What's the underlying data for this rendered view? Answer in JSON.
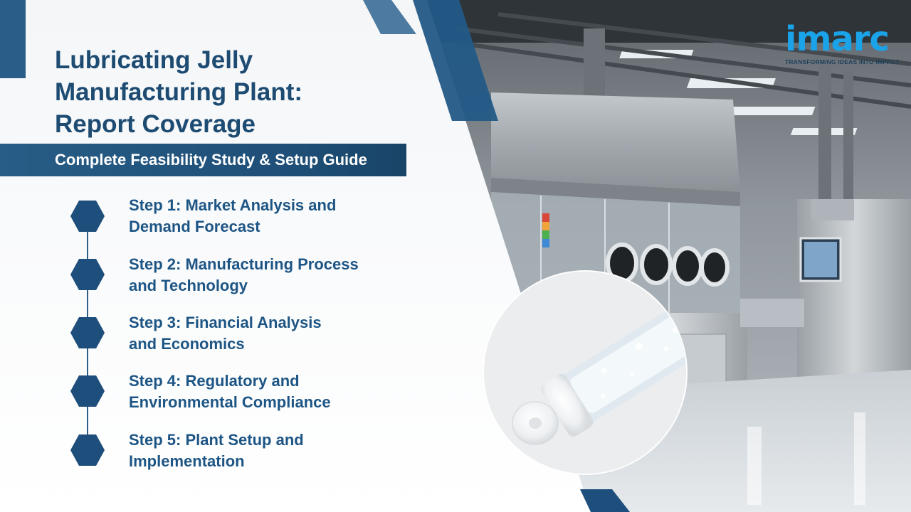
{
  "title_lines": [
    "Lubricating Jelly",
    "Manufacturing Plant:",
    "Report Coverage"
  ],
  "subtitle": "Complete Feasibility Study & Setup Guide",
  "steps": [
    {
      "line1": "Step 1: Market Analysis and",
      "line2": "Demand Forecast"
    },
    {
      "line1": "Step 2: Manufacturing Process",
      "line2": "and Technology"
    },
    {
      "line1": "Step 3: Financial Analysis",
      "line2": "and Economics"
    },
    {
      "line1": "Step 4: Regulatory and",
      "line2": "Environmental Compliance"
    },
    {
      "line1": "Step 5: Plant Setup and",
      "line2": "Implementation"
    }
  ],
  "logo": {
    "word": "imarc",
    "tagline": "TRANSFORMING IDEAS INTO IMPACT"
  },
  "colors": {
    "navy": "#1d4b72",
    "accent_blue": "#1aa3e8",
    "steel_blue": "#2b5f88"
  }
}
